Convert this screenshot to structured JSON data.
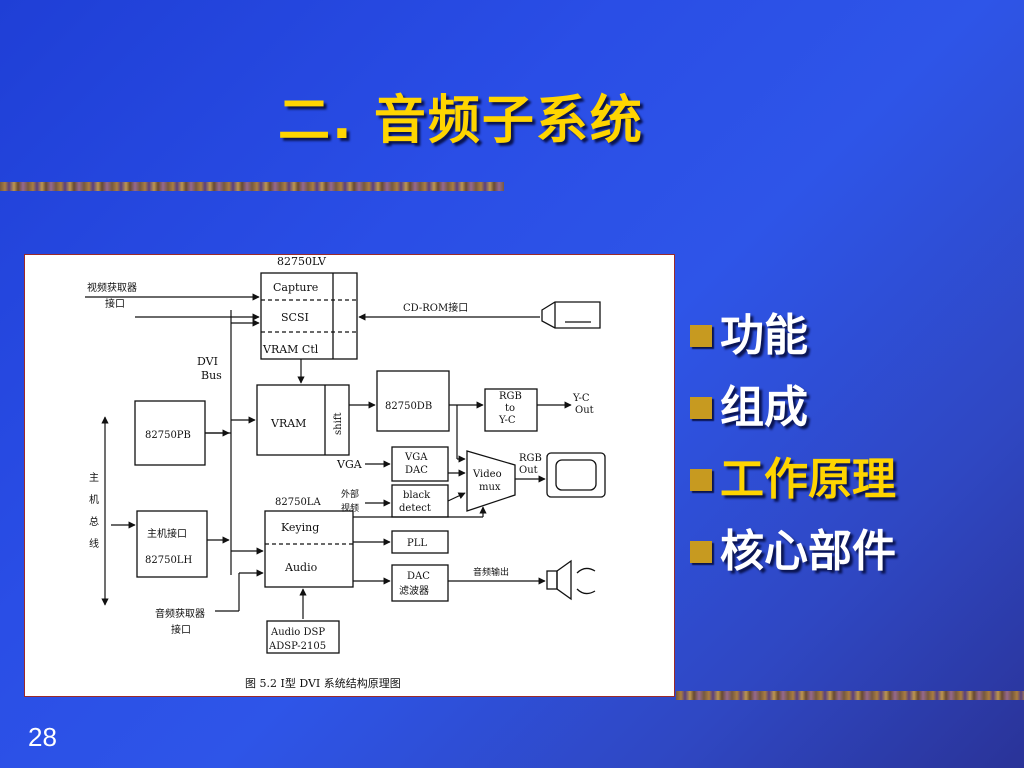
{
  "slide": {
    "title": "二. 音频子系统",
    "page_number": "28"
  },
  "bullets": [
    {
      "label": "功能",
      "active": false
    },
    {
      "label": "组成",
      "active": false
    },
    {
      "label": "工作原理",
      "active": true
    },
    {
      "label": "核心部件",
      "active": false
    }
  ],
  "colors": {
    "title": "#ffd500",
    "bullet_text": "#ffffff",
    "bullet_active": "#ffd500",
    "bullet_square": "#c79a20"
  },
  "diagram": {
    "chip_lv": "82750LV",
    "video_capture_label_1": "视频获取器",
    "video_capture_label_2": "接口",
    "capture": "Capture",
    "scsi": "SCSI",
    "vram_ctl": "VRAM Ctl",
    "cdrom": "CD-ROM接口",
    "dvi_bus_1": "DVI",
    "dvi_bus_2": "Bus",
    "vram": "VRAM",
    "shift": "shift",
    "chip_db": "82750DB",
    "rgb_to_yc_1": "RGB",
    "rgb_to_yc_2": "to",
    "rgb_to_yc_3": "Y-C",
    "yc_out_1": "Y-C",
    "yc_out_2": "Out",
    "chip_pb": "82750PB",
    "vga": "VGA",
    "vga_dac_1": "VGA",
    "vga_dac_2": "DAC",
    "video_mux_1": "Video",
    "video_mux_2": "mux",
    "rgb_out_1": "RGB",
    "rgb_out_2": "Out",
    "main_bus_1": "主",
    "main_bus_2": "机",
    "main_bus_3": "总",
    "main_bus_4": "线",
    "chip_la": "82750LA",
    "ext_video_1": "外部",
    "ext_video_2": "视频",
    "black_detect_1": "black",
    "black_detect_2": "detect",
    "host_if_1": "主机接口",
    "host_if_2": "82750LH",
    "keying": "Keying",
    "audio": "Audio",
    "pll": "PLL",
    "dac_1": "DAC",
    "dac_2": "滤波器",
    "audio_out": "音频输出",
    "audio_capture_1": "音频获取器",
    "audio_capture_2": "接口",
    "dsp_1": "Audio DSP",
    "dsp_2": "ADSP-2105",
    "caption": "图 5.2   Ⅰ型 DVI 系统结构原理图"
  }
}
